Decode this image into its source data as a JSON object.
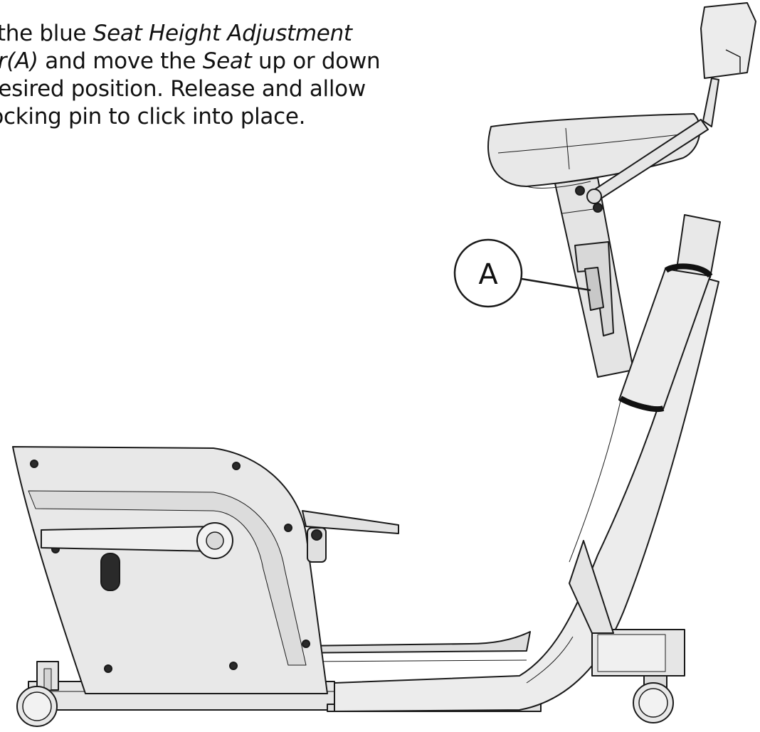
{
  "instructions": {
    "line1": {
      "a": "l the blue ",
      "b": "Seat Height Adjustment"
    },
    "line2": {
      "a": "er(A)",
      "b": " and move the ",
      "c": "Seat",
      "d": " up or down"
    },
    "line3": {
      "a": "desired position. Release and allow"
    },
    "line4": {
      "a": " locking pin to click into place."
    }
  },
  "callout": {
    "letter": "A"
  },
  "colors": {
    "stroke": "#1a1a1a",
    "body": "#ececec",
    "shade": "#d4d4d4",
    "dark": "#2a2a2a"
  }
}
